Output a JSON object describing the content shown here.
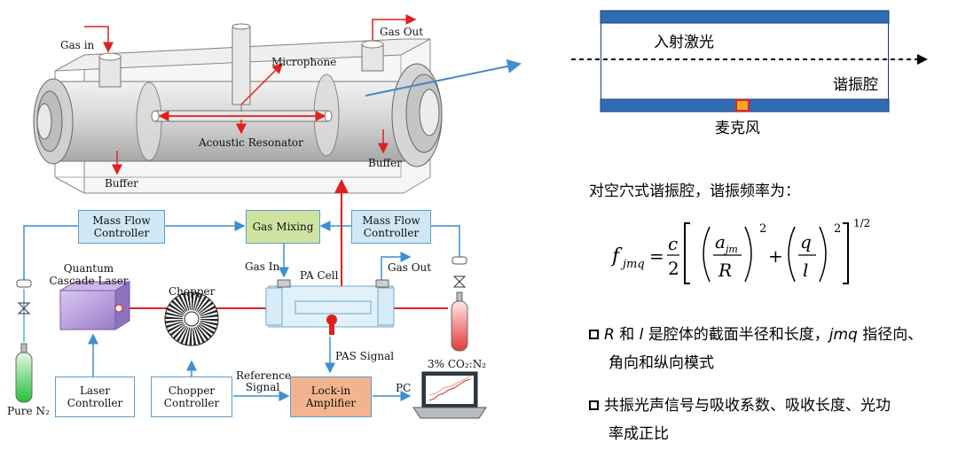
{
  "labels": {
    "gas_in": "Gas in",
    "gas_out": "Gas Out",
    "microphone": "Microphone",
    "acoustic_resonator": "Acoustic Resonator",
    "buffer_left": "Buffer",
    "buffer_right": "Buffer",
    "mfc_left": "Mass Flow Controller",
    "gas_mixing": "Gas Mixing",
    "mfc_right": "Mass Flow Controller",
    "qcl": "Quantum Cascade Laser",
    "chopper": "Chopper",
    "pa_gas_in": "Gas In",
    "pa_cell": "PA Cell",
    "pa_gas_out": "Gas Out",
    "pas_signal": "PAS Signal",
    "co2": "3% CO₂:N₂",
    "pure_n2": "Pure N₂",
    "laser_controller": "Laser Controller",
    "chopper_controller": "Chopper Controller",
    "reference_signal": "Reference Signal",
    "lockin": "Lock-in Amplifier",
    "pc": "PC"
  },
  "schematic": {
    "incident_laser": "入射激光",
    "resonator": "谐振腔",
    "microphone": "麦克风"
  },
  "formula": {
    "intro": "对空穴式谐振腔，谐振频率为："
  },
  "bullets": {
    "b1_R": "R",
    "b1_and": " 和 ",
    "b1_l": "l",
    "b1_text": " 是腔体的截面半径和长度，",
    "b1_jmq": "jmq",
    "b1_text2": " 指径向、",
    "b1_line2": "角向和纵向模式",
    "b2_line1": "共振光声信号与吸收系数、吸收长度、光功",
    "b2_line2": "率成正比"
  },
  "colors": {
    "laser_beam": "#e02020",
    "controller_fill": "#cfe8f3",
    "mixing_fill": "#cfe3a0",
    "lockin_fill": "#f2b48e",
    "line_blue": "#3f8fd0",
    "cavity_wall": "#2e6db4",
    "mic_fill": "#f5a623"
  }
}
